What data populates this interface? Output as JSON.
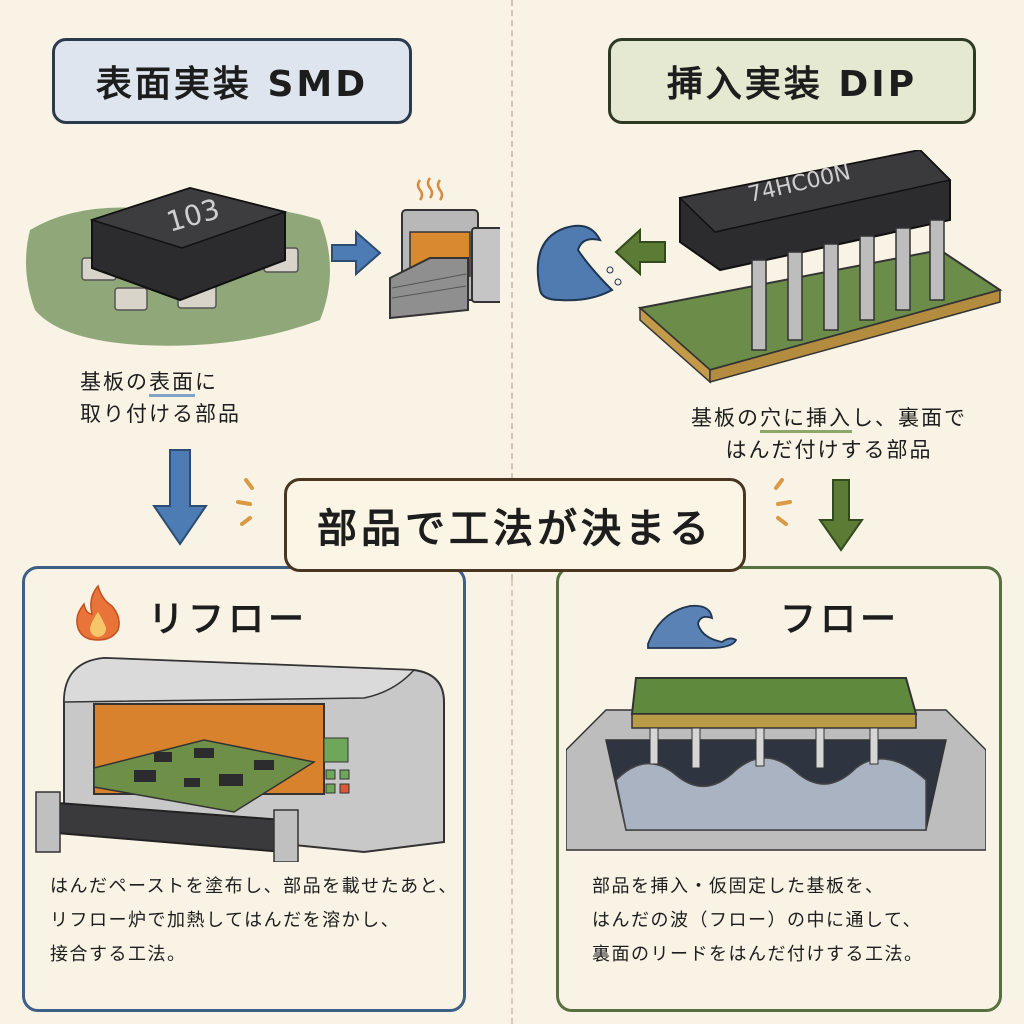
{
  "smd": {
    "header": "表面実装 SMD",
    "chip_marking": "103",
    "desc_line1_pre": "基板の",
    "desc_line1_emph": "表面",
    "desc_line1_post": "に",
    "desc_line2": "取り付ける部品",
    "icons": [
      "smd-chip-icon",
      "arrow-right-icon",
      "reflow-oven-icon",
      "heat-waves-icon"
    ],
    "accent": "#3e5f86"
  },
  "dip": {
    "header": "挿入実装 DIP",
    "chip_marking": "74HC00N",
    "desc_line1_pre": "基板の",
    "desc_line1_emph": "穴に挿入",
    "desc_line1_post": "し、裏面で",
    "desc_line2": "はんだ付けする部品",
    "icons": [
      "dip-chip-icon",
      "arrow-left-icon",
      "wave-icon"
    ],
    "accent": "#56703f"
  },
  "center": {
    "label": "部品で工法が決まる"
  },
  "reflow": {
    "title": "リフロー",
    "icon": "fire-icon",
    "desc_lines": [
      "はんだペーストを塗布し、部品を載せたあと、",
      "リフロー炉で加熱してはんだを溶かし、",
      "接合する工法。"
    ]
  },
  "flow": {
    "title": "フロー",
    "icon": "wave-icon",
    "desc_lines": [
      "部品を挿入・仮固定した基板を、",
      "はんだの波（フロー）の中に通して、",
      "裏面のリードをはんだ付けする工法。"
    ]
  }
}
